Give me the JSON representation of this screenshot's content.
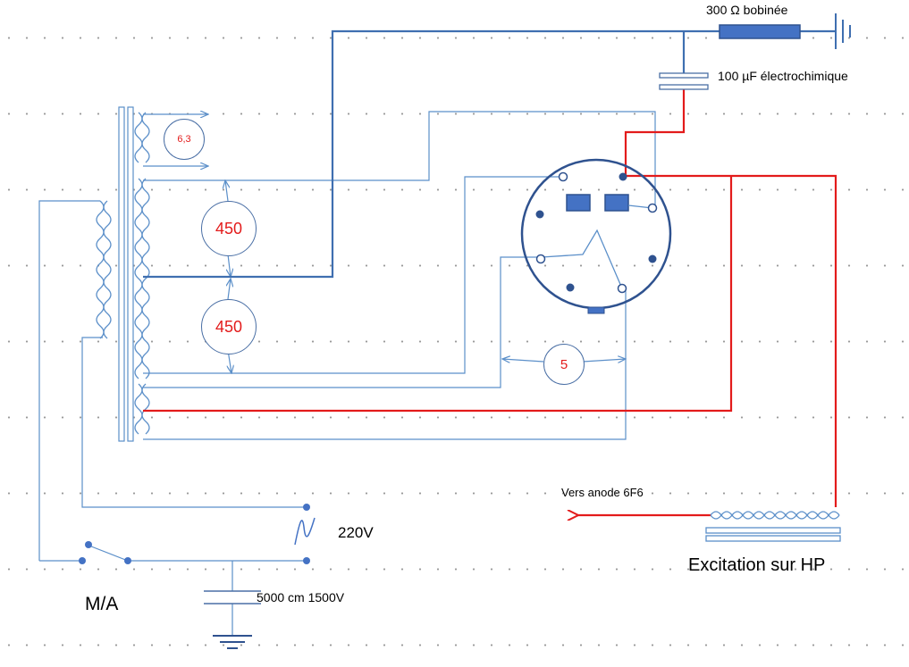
{
  "labels": {
    "resistor": "300  Ω bobinée",
    "capacitor_top": "100 µF électrochimique",
    "mains": "220V",
    "switch": "M/A",
    "capacitor_bottom": "5000 cm 1500V",
    "anode": "Vers anode 6F6",
    "speaker": "Excitation sur HP"
  },
  "windings": {
    "heater": "6,3",
    "hv_upper": "450",
    "hv_lower": "450",
    "rectifier_heater": "5"
  },
  "colors": {
    "wire": "#5b8fc9",
    "wire_dark": "#3f6fb0",
    "red": "#e31b1b",
    "component": "#4472c4",
    "outline": "#2f528f"
  }
}
